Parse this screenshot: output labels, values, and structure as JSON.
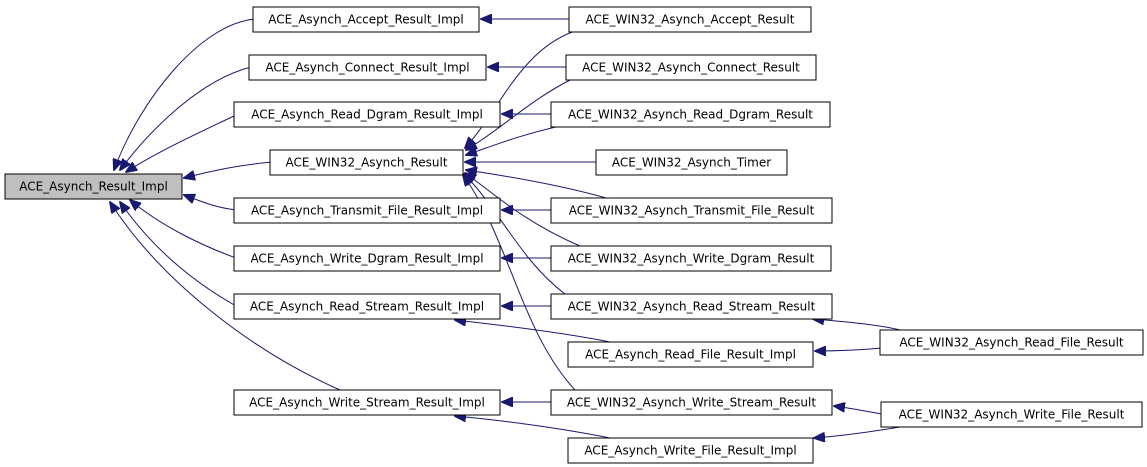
{
  "diagram": {
    "colors": {
      "edge": "#191970",
      "root_fill": "#bfbfbf",
      "node_fill": "#ffffff",
      "border": "#000000"
    },
    "nodes": [
      {
        "id": "root",
        "label": "ACE_Asynch_Result_Impl"
      },
      {
        "id": "accI",
        "label": "ACE_Asynch_Accept_Result_Impl"
      },
      {
        "id": "conI",
        "label": "ACE_Asynch_Connect_Result_Impl"
      },
      {
        "id": "rdgI",
        "label": "ACE_Asynch_Read_Dgram_Result_Impl"
      },
      {
        "id": "w32",
        "label": "ACE_WIN32_Asynch_Result"
      },
      {
        "id": "trfI",
        "label": "ACE_Asynch_Transmit_File_Result_Impl"
      },
      {
        "id": "wdgI",
        "label": "ACE_Asynch_Write_Dgram_Result_Impl"
      },
      {
        "id": "rstI",
        "label": "ACE_Asynch_Read_Stream_Result_Impl"
      },
      {
        "id": "wstI",
        "label": "ACE_Asynch_Write_Stream_Result_Impl"
      },
      {
        "id": "wAcc",
        "label": "ACE_WIN32_Asynch_Accept_Result"
      },
      {
        "id": "wCon",
        "label": "ACE_WIN32_Asynch_Connect_Result"
      },
      {
        "id": "wRdg",
        "label": "ACE_WIN32_Asynch_Read_Dgram_Result"
      },
      {
        "id": "wTim",
        "label": "ACE_WIN32_Asynch_Timer"
      },
      {
        "id": "wTrf",
        "label": "ACE_WIN32_Asynch_Transmit_File_Result"
      },
      {
        "id": "wWdg",
        "label": "ACE_WIN32_Asynch_Write_Dgram_Result"
      },
      {
        "id": "wRst",
        "label": "ACE_WIN32_Asynch_Read_Stream_Result"
      },
      {
        "id": "rfI",
        "label": "ACE_Asynch_Read_File_Result_Impl"
      },
      {
        "id": "wWst",
        "label": "ACE_WIN32_Asynch_Write_Stream_Result"
      },
      {
        "id": "wfI",
        "label": "ACE_Asynch_Write_File_Result_Impl"
      },
      {
        "id": "wRf",
        "label": "ACE_WIN32_Asynch_Read_File_Result"
      },
      {
        "id": "wWf",
        "label": "ACE_WIN32_Asynch_Write_File_Result"
      }
    ],
    "edges": [
      {
        "from": "accI",
        "to": "root"
      },
      {
        "from": "conI",
        "to": "root"
      },
      {
        "from": "rdgI",
        "to": "root"
      },
      {
        "from": "w32",
        "to": "root"
      },
      {
        "from": "trfI",
        "to": "root"
      },
      {
        "from": "wdgI",
        "to": "root"
      },
      {
        "from": "rstI",
        "to": "root"
      },
      {
        "from": "wstI",
        "to": "root"
      },
      {
        "from": "wAcc",
        "to": "accI"
      },
      {
        "from": "wAcc",
        "to": "w32"
      },
      {
        "from": "wCon",
        "to": "conI"
      },
      {
        "from": "wCon",
        "to": "w32"
      },
      {
        "from": "wRdg",
        "to": "rdgI"
      },
      {
        "from": "wRdg",
        "to": "w32"
      },
      {
        "from": "wTim",
        "to": "w32"
      },
      {
        "from": "wTrf",
        "to": "trfI"
      },
      {
        "from": "wTrf",
        "to": "w32"
      },
      {
        "from": "wWdg",
        "to": "wdgI"
      },
      {
        "from": "wWdg",
        "to": "w32"
      },
      {
        "from": "wRst",
        "to": "rstI"
      },
      {
        "from": "wRst",
        "to": "w32"
      },
      {
        "from": "rfI",
        "to": "rstI"
      },
      {
        "from": "wWst",
        "to": "wstI"
      },
      {
        "from": "wWst",
        "to": "w32"
      },
      {
        "from": "wfI",
        "to": "wstI"
      },
      {
        "from": "wRf",
        "to": "wRst"
      },
      {
        "from": "wRf",
        "to": "rfI"
      },
      {
        "from": "wWf",
        "to": "wWst"
      },
      {
        "from": "wWf",
        "to": "wfI"
      }
    ]
  }
}
